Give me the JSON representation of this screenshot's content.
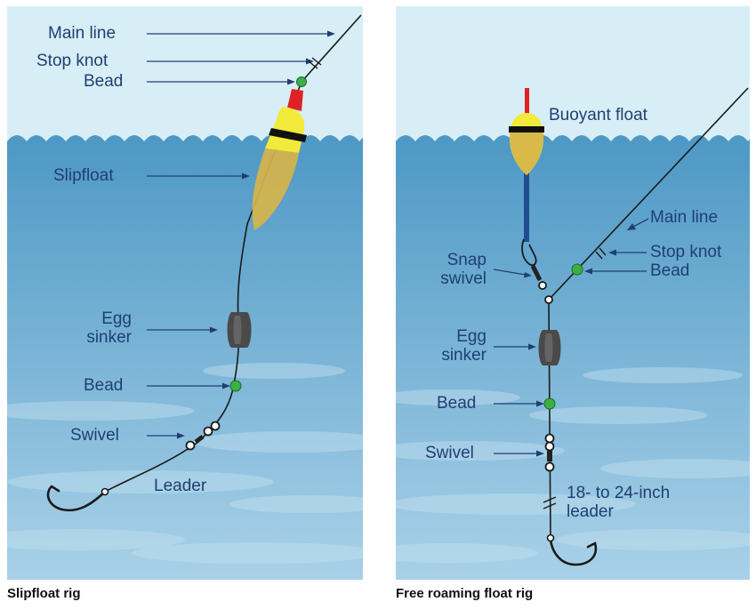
{
  "colors": {
    "sky": "#d8eef6",
    "water_top": "#4d98c5",
    "water_bottom": "#a9d1e8",
    "label": "#1f3f73",
    "line": "#1a1a1a",
    "bead": "#3cb043",
    "float_yellow": "#f2ea3a",
    "float_tip_red": "#e02226",
    "float_band": "#111111",
    "slipfloat_body": "#d6b44a",
    "sinker": "#4a4a4a",
    "stem_blue": "#1f4d8f"
  },
  "left": {
    "labels": {
      "main_line": "Main line",
      "stop_knot": "Stop knot",
      "bead_top": "Bead",
      "slipfloat": "Slipfloat",
      "egg_sinker_1": "Egg",
      "egg_sinker_2": "sinker",
      "bead_bottom": "Bead",
      "swivel": "Swivel",
      "leader": "Leader"
    },
    "caption": "Slipfloat rig"
  },
  "right": {
    "labels": {
      "buoyant_float": "Buoyant float",
      "main_line": "Main line",
      "stop_knot": "Stop knot",
      "bead_top": "Bead",
      "snap_swivel_1": "Snap",
      "snap_swivel_2": "swivel",
      "egg_sinker_1": "Egg",
      "egg_sinker_2": "sinker",
      "bead_bottom": "Bead",
      "swivel": "Swivel",
      "leader_1": "18- to 24-inch",
      "leader_2": "leader"
    },
    "caption": "Free roaming float rig"
  }
}
